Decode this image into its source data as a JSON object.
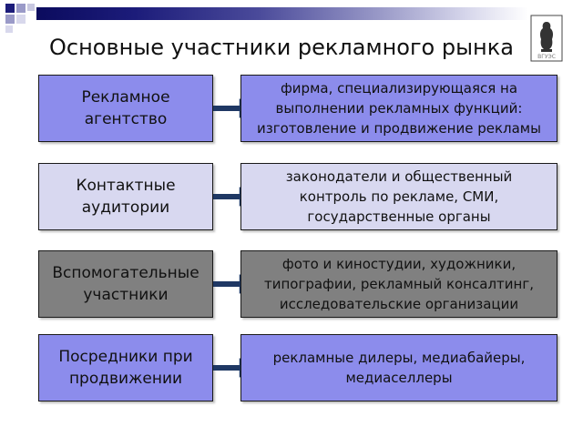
{
  "title": "Основные участники рекламного рынка",
  "colors": {
    "primary_box": "#8c8cec",
    "light_box": "#d8d8f0",
    "gray_box": "#808080",
    "arrow": "#1f3864"
  },
  "logo_text": "ВГУЭС",
  "rows": [
    {
      "participant": "Рекламное\nагентство",
      "description": "фирма, специализирующаяся на\nвыполнении рекламных функций:\nизготовление и продвижение рекламы"
    },
    {
      "participant": "Контактные\nаудитории",
      "description": "законодатели и общественный\nконтроль по рекламе, СМИ,\nгосударственные органы"
    },
    {
      "participant": "Вспомогательные\nучастники",
      "description": "фото и киностудии, художники,\nтипографии, рекламный консалтинг,\nисследовательские организации"
    },
    {
      "participant": "Посредники при\nпродвижении",
      "description": "рекламные дилеры, медиабайеры,\nмедиаселлеры"
    }
  ]
}
